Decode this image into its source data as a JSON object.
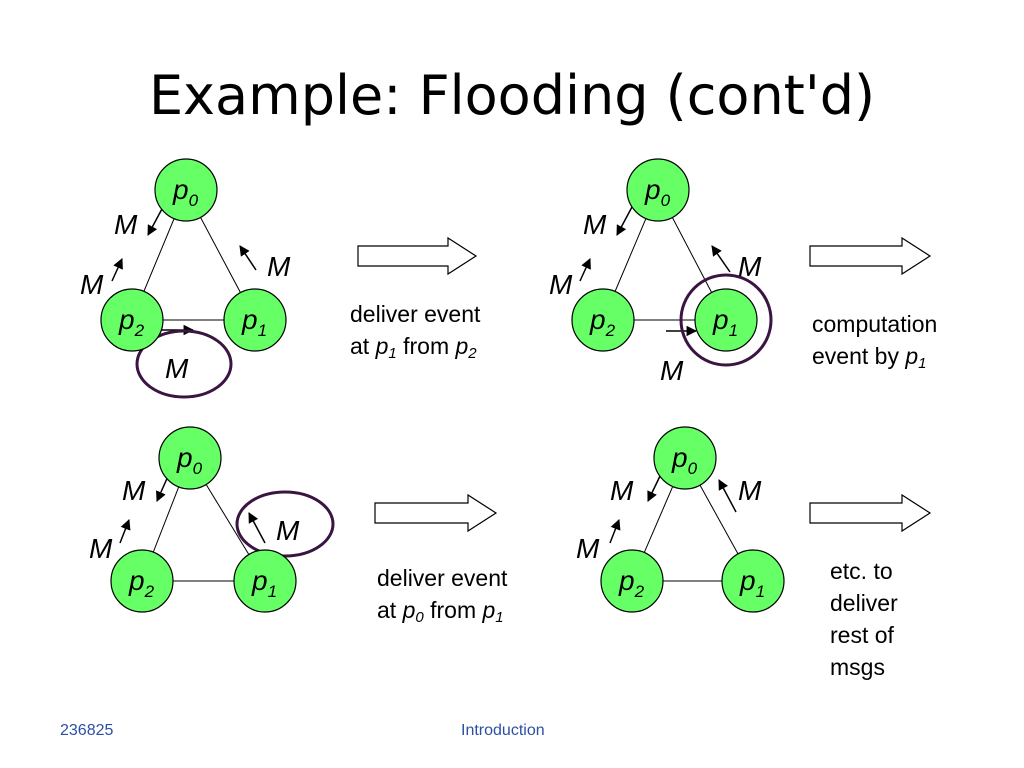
{
  "slide": {
    "title": "Example:  Flooding (cont'd)"
  },
  "labels": {
    "p": "p",
    "message": "M",
    "idx0": "0",
    "idx1": "1",
    "idx2": "2"
  },
  "captions": {
    "c1": {
      "line1": "deliver event",
      "line2_pre": "at ",
      "node_a": "1",
      "line2_mid": " from ",
      "node_b": "2"
    },
    "c2": {
      "line1": "computation",
      "line2_pre": "event by ",
      "node_a": "1"
    },
    "c3": {
      "line1": "deliver event",
      "line2_pre": "at ",
      "node_a": "0",
      "line2_mid": " from ",
      "node_b": "1"
    },
    "c4": {
      "line1": "etc. to",
      "line2": "deliver",
      "line3": "rest of",
      "line4": "msgs"
    }
  },
  "footer": {
    "left": "236825",
    "center": "Introduction"
  },
  "colors": {
    "node_fill": "#66ff66",
    "highlight": "#3b1542",
    "footer_text": "#2b4fa6"
  }
}
